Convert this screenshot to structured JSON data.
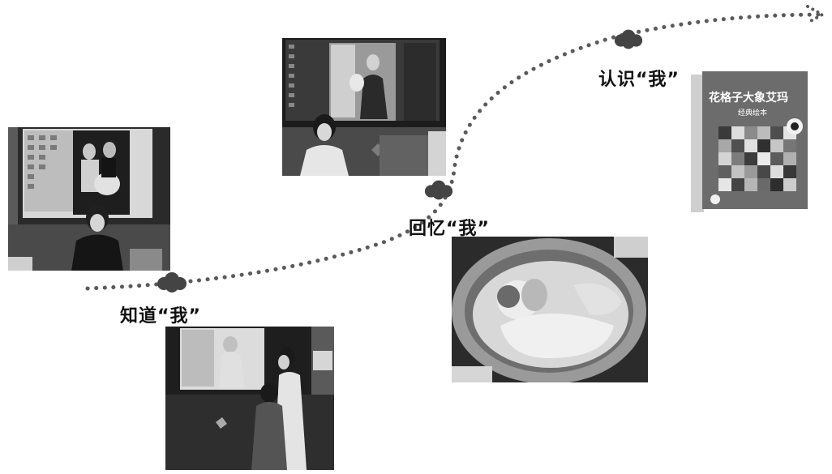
{
  "labels": {
    "know": "知道“我”",
    "recall": "回忆“我”",
    "recognize": "认识“我”"
  },
  "book": {
    "title": "花格子大象艾玛",
    "subtitle": "经典绘本"
  },
  "photos": [
    {
      "name": "photo-girl-with-pregnancy-photo"
    },
    {
      "name": "photo-girl-with-mother-photo"
    },
    {
      "name": "photo-girl-and-teacher-at-screen"
    },
    {
      "name": "photo-newborn-in-basket"
    },
    {
      "name": "photo-picture-book-cover"
    }
  ],
  "colors": {
    "path_dots": "#555555",
    "cloud": "#444444"
  }
}
